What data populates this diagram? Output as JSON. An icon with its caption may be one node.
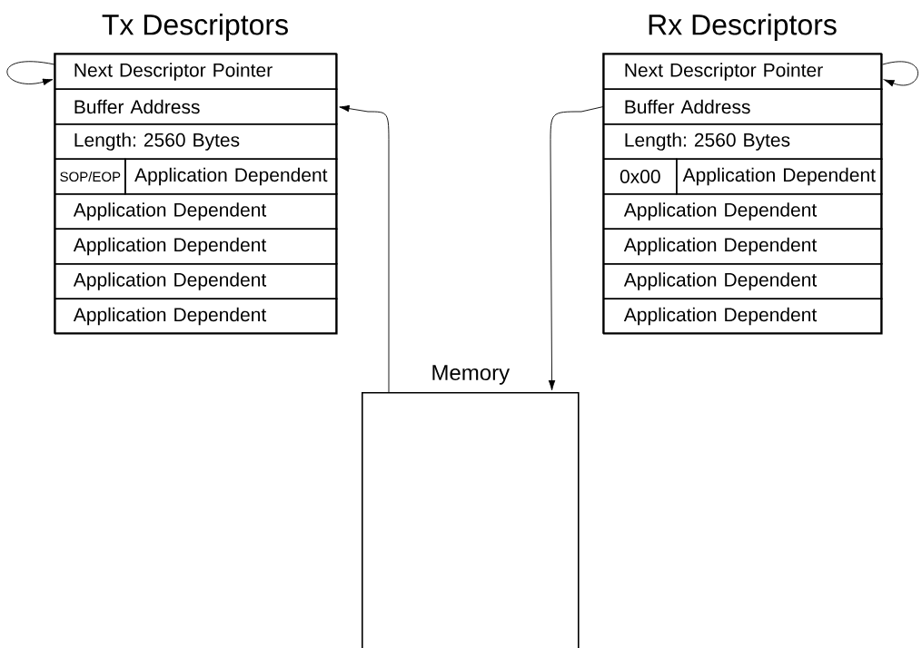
{
  "diagram": {
    "nodes": [
      {
        "text": [
          "Tx Descriptors"
        ]
      },
      {
        "text": [
          "Next Descriptor Pointer"
        ],
        "in": 0
      },
      {
        "text": [
          "Buffer Address"
        ],
        "in": 0
      },
      {
        "text": [
          "Length: 2560 Bytes"
        ],
        "in": 0
      },
      {
        "text": [
          "SOP/EOP"
        ],
        "in": 0
      },
      {
        "text": [
          "Application Dependent"
        ],
        "in": 0
      },
      {
        "text": [
          "Application Dependent"
        ],
        "in": 0
      },
      {
        "text": [
          "Application Dependent"
        ],
        "in": 0
      },
      {
        "text": [
          "Application Dependent"
        ],
        "in": 0
      },
      {
        "text": [
          "Application Dependent"
        ],
        "in": 0
      },
      {
        "text": [
          "Rx Descriptors"
        ]
      },
      {
        "text": [
          "Next Descriptor Pointer"
        ],
        "in": 10
      },
      {
        "text": [
          "Buffer Address"
        ],
        "in": 10
      },
      {
        "text": [
          "Length: 2560 Bytes"
        ],
        "in": 10
      },
      {
        "text": [
          "0x00"
        ],
        "in": 10
      },
      {
        "text": [
          "Application Dependent"
        ],
        "in": 10
      },
      {
        "text": [
          "Application Dependent"
        ],
        "in": 10
      },
      {
        "text": [
          "Application Dependent"
        ],
        "in": 10
      },
      {
        "text": [
          "Application Dependent"
        ],
        "in": 10
      },
      {
        "text": [
          "Application Dependent"
        ],
        "in": 10
      },
      {
        "text": [
          "Memory"
        ]
      }
    ],
    "edges": [
      {
        "from": 1,
        "to": 1,
        "arrow": "to"
      },
      {
        "from": 20,
        "to": 2,
        "arrow": "to"
      },
      {
        "from": 12,
        "to": 20,
        "arrow": "to"
      },
      {
        "from": 11,
        "to": 11,
        "arrow": "to"
      }
    ]
  }
}
